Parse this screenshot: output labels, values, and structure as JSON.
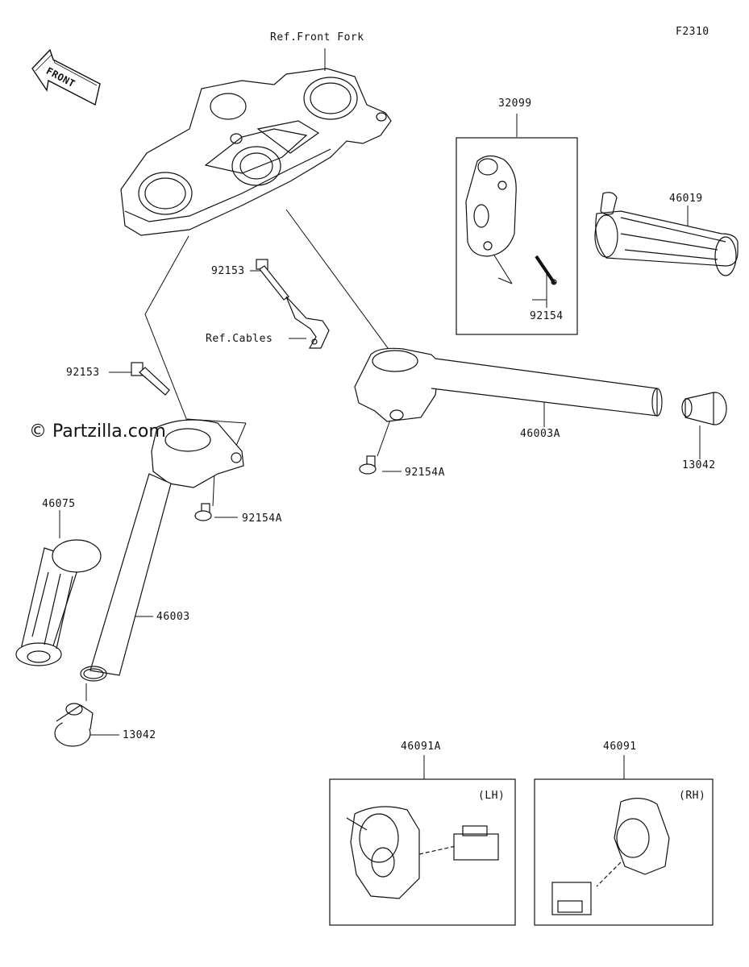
{
  "figure_code": "F2310",
  "watermark": "© Partzilla.com",
  "front_label": "FRONT",
  "refs": {
    "front_fork": "Ref.Front Fork",
    "cables": "Ref.Cables"
  },
  "parts": {
    "p32099": "32099",
    "p46019": "46019",
    "p92154_box": "92154",
    "p92153_upper": "92153",
    "p92153_lower": "92153",
    "p46003A": "46003A",
    "p13042_right": "13042",
    "p92154A_right": "92154A",
    "p92154A_left": "92154A",
    "p46075": "46075",
    "p46003": "46003",
    "p13042_left": "13042",
    "p46091A": "46091A",
    "p46091": "46091"
  },
  "side_labels": {
    "lh": "(LH)",
    "rh": "(RH)"
  }
}
